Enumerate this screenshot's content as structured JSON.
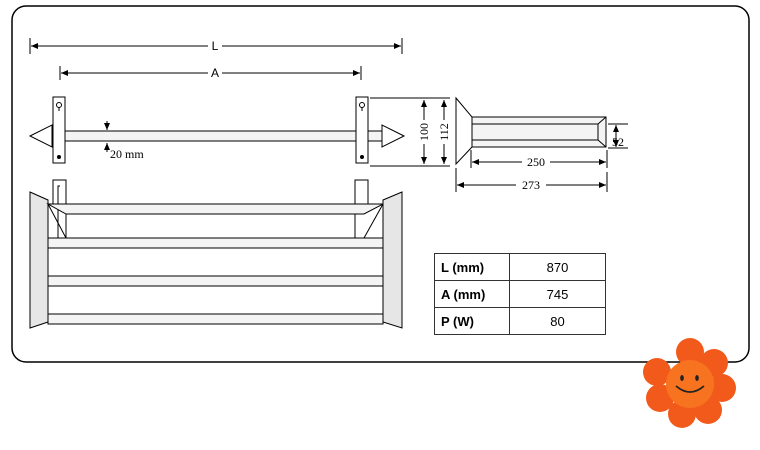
{
  "drawing": {
    "label_L": "L",
    "label_A": "A",
    "bar_thickness": "20 mm",
    "height_100": "100",
    "height_112": "112",
    "depth_52": "52",
    "depth_250": "250",
    "depth_273": "273"
  },
  "specs": [
    {
      "key": "L (mm)",
      "value": "870"
    },
    {
      "key": "A (mm)",
      "value": "745"
    },
    {
      "key": "P (W)",
      "value": "80"
    }
  ],
  "colors": {
    "flower_petal": "#f25a1c",
    "flower_center": "#f7731f",
    "line": "#000000",
    "rail_fill": "#dcdcdc"
  }
}
